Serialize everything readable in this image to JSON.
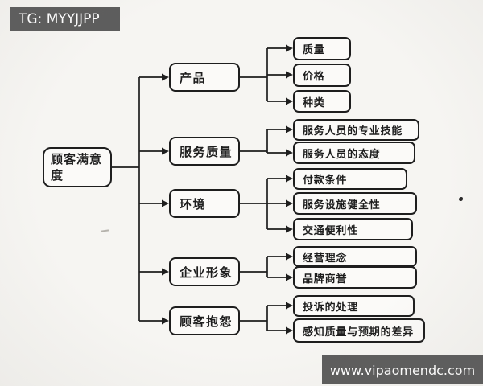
{
  "watermarks": {
    "top_left": "TG: MYYJJPP",
    "bottom_right": "www.vipaomendc.com"
  },
  "diagram": {
    "root": "顾客满意度",
    "branches": [
      {
        "label": "产品",
        "children": [
          "质量",
          "价格",
          "种类"
        ]
      },
      {
        "label": "服务质量",
        "children": [
          "服务人员的专业技能",
          "服务人员的态度"
        ]
      },
      {
        "label": "环境",
        "children": [
          "付款条件",
          "服务设施健全性",
          "交通便利性"
        ]
      },
      {
        "label": "企业形象",
        "children": [
          "经营理念",
          "品牌商誉"
        ]
      },
      {
        "label": "顾客抱怨",
        "children": [
          "投诉的处理",
          "感知质量与预期的差异"
        ]
      }
    ]
  },
  "colors": {
    "paper": "#f6f5f2",
    "ink": "#1e1e1e",
    "box_fill": "#fbfaf8",
    "watermark_bg": "#5d5d5d",
    "watermark_text": "#ffffff"
  }
}
